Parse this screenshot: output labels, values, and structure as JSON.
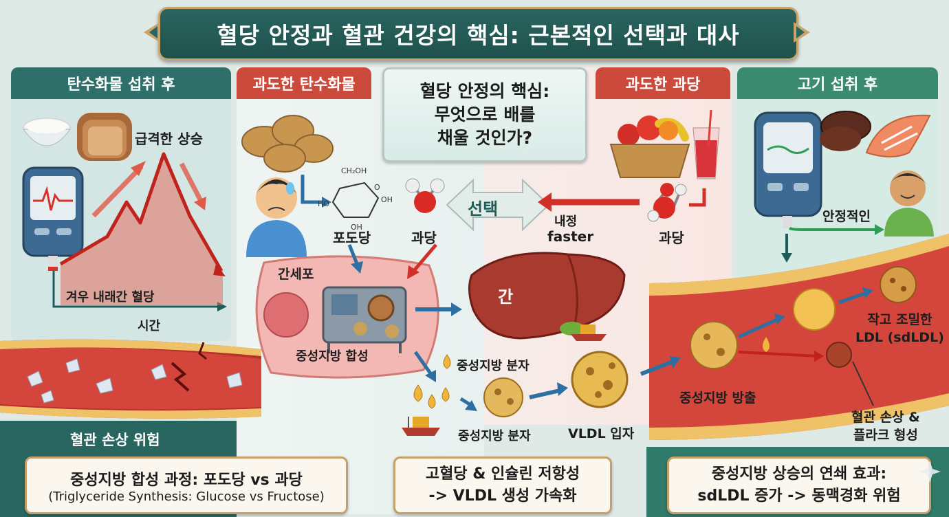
{
  "title": "혈당 안정과 혈관 건강의 핵심: 근본적인 선택과 대사",
  "colors": {
    "teal_dark": "#1f5c57",
    "teal_head": "#2f6f6a",
    "red_head": "#cc4a3c",
    "green_head": "#3b8a70",
    "vessel": "#b8322b",
    "gold": "#c5a06a"
  },
  "panels": {
    "carb_after": "탄수화물 섭취 후",
    "excess_carb": "과도한 탄수화물",
    "excess_sugar": "과도한 과당",
    "meat_after": "고기 섭취 후"
  },
  "center_question": [
    "혈당 안정의 핵심:",
    "무엇으로 배를",
    "채울 것인가?"
  ],
  "left_chart": {
    "spike_label": "급격한 상승",
    "drop_label": "겨우 내래간 혈당",
    "x_axis_label": "시간",
    "vessel_label": "혈관 손상 위험"
  },
  "labels": {
    "glucose": "포도당",
    "fructose_left": "과당",
    "fructose_right": "과당",
    "choice": "선택",
    "naejeong": "내정",
    "faster": "faster",
    "liver_cell": "간세포",
    "liver": "간",
    "tg_synthesis": "중성지방 합성",
    "tg_molecule_1": "중성지방 분자",
    "tg_molecule_2": "중성지방 분자",
    "vldl": "VLDL 입자",
    "tg_release": "중성지방 방출",
    "stable": "안정적인",
    "sdldl": [
      "작고 조밀한",
      "LDL (sdLDL)"
    ],
    "plaque": [
      "혈관 손상 &",
      "플라크 형성"
    ]
  },
  "bottom_notes": {
    "left": [
      "중성지방 합성 과정: 포도당 vs 과당",
      "(Triglyceride Synthesis: Glucose vs Fructose)"
    ],
    "middle": [
      "고혈당 & 인슐린 저항성",
      "-> VLDL 생성 가속화"
    ],
    "right": [
      "중성지방 상승의 연쇄 효과:",
      "sdLDL 증가 -> 동맥경화 위험"
    ]
  },
  "icons": [
    "glucose-meter-icon",
    "rice-bowl-icon",
    "bread-icon",
    "potato-icon",
    "fruit-basket-icon",
    "juice-glass-icon",
    "steak-icon",
    "salmon-icon",
    "molecule-icon",
    "gear-machine-icon",
    "liver-icon",
    "boat-icon",
    "lipid-droplet-icon",
    "sparkle-icon"
  ]
}
